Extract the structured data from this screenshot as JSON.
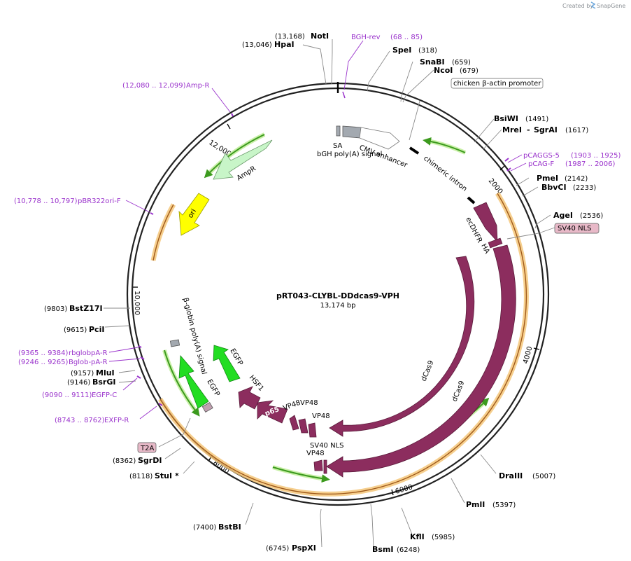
{
  "credit": {
    "prefix": "Created by",
    "brand": "SnapGene"
  },
  "plasmid": {
    "name": "pRT043-CLYBL-DDdcas9-VPH",
    "size": "13,174 bp"
  },
  "ticks": [
    "2000",
    "4000",
    "6000",
    "8000",
    "10,000",
    "12,000"
  ],
  "enzymes": [
    {
      "name": "NotI",
      "pos": "(13,168)"
    },
    {
      "name": "HpaI",
      "pos": "(13,046)"
    },
    {
      "name": "SpeI",
      "pos": "(318)"
    },
    {
      "name": "SnaBI",
      "pos": "(659)"
    },
    {
      "name": "NcoI",
      "pos": "(679)"
    },
    {
      "name": "BsiWI",
      "pos": "(1491)"
    },
    {
      "name": "MreI",
      "name2": "SgrAI",
      "pos": "(1617)"
    },
    {
      "name": "PmeI",
      "pos": "(2142)"
    },
    {
      "name": "BbvCI",
      "pos": "(2233)"
    },
    {
      "name": "AgeI",
      "pos": "(2536)"
    },
    {
      "name": "DraIII",
      "pos": "(5007)"
    },
    {
      "name": "PmlI",
      "pos": "(5397)"
    },
    {
      "name": "KflI",
      "pos": "(5985)"
    },
    {
      "name": "BsmI",
      "pos": "(6248)"
    },
    {
      "name": "PspXI",
      "pos": "(6745)"
    },
    {
      "name": "BstBI",
      "pos": "(7400)"
    },
    {
      "name": "StuI",
      "pos": "(8118)",
      "mark": "*"
    },
    {
      "name": "SgrDI",
      "pos": "(8362)"
    },
    {
      "name": "BsrGI",
      "pos": "(9146)"
    },
    {
      "name": "MluI",
      "pos": "(9157)"
    },
    {
      "name": "PciI",
      "pos": "(9615)"
    },
    {
      "name": "BstZ17I",
      "pos": "(9803)"
    }
  ],
  "primers": [
    {
      "name": "BGH-rev",
      "range": "(68 .. 85)"
    },
    {
      "name": "Amp-R",
      "range": "(12,080 .. 12,099)"
    },
    {
      "name": "pCAGGS-5",
      "range": "(1903 .. 1925)"
    },
    {
      "name": "pCAG-F",
      "range": "(1987 .. 2006)"
    },
    {
      "name": "pBR322ori-F",
      "range": "(10,778 .. 10,797)"
    },
    {
      "name": "rbglobpA-R",
      "range": "(9365 .. 9384)"
    },
    {
      "name": "Bglob-pA-R",
      "range": "(9246 .. 9265)"
    },
    {
      "name": "EGFP-C",
      "range": "(9090 .. 9111)"
    },
    {
      "name": "EXFP-R",
      "range": "(8743 .. 8762)"
    }
  ],
  "boxed_labels": {
    "promoter": "chicken β-actin promoter",
    "sv40_nls_box": "SV40 NLS",
    "t2a": "T2A"
  },
  "features": {
    "sa": "SA",
    "bgh": "bGH poly(A) signal",
    "cmv": "CMV enhancer",
    "chimeric": "chimeric intron",
    "ampr": "AmpR",
    "ori": "ori",
    "ecdhfr": "ecDHFR",
    "ha": "HA",
    "dcas9_inner": "dCas9",
    "dcas9_outer": "dCas9",
    "bglobin": "β-globin poly(A) signal",
    "egfp_left": "EGFP",
    "egfp_right": "EGFP",
    "hsf1": "HSF1",
    "p65": "p65",
    "vp48_a": "VP48",
    "vp48_b": "VP48",
    "vp48_c": "VP48",
    "sv40nls": "SV40 NLS",
    "vp48_d": "VP48"
  },
  "colors": {
    "backbone": "#222222",
    "cas9": "#8c2d5e",
    "egfp": "#22dd22",
    "ori": "#ffff00",
    "ampr": "#c8f5c8",
    "primer": "#9a33cc",
    "orf": "#f5c77a",
    "orf_green": "#3c9a1e",
    "grey_feature": "#a3a9b0"
  }
}
